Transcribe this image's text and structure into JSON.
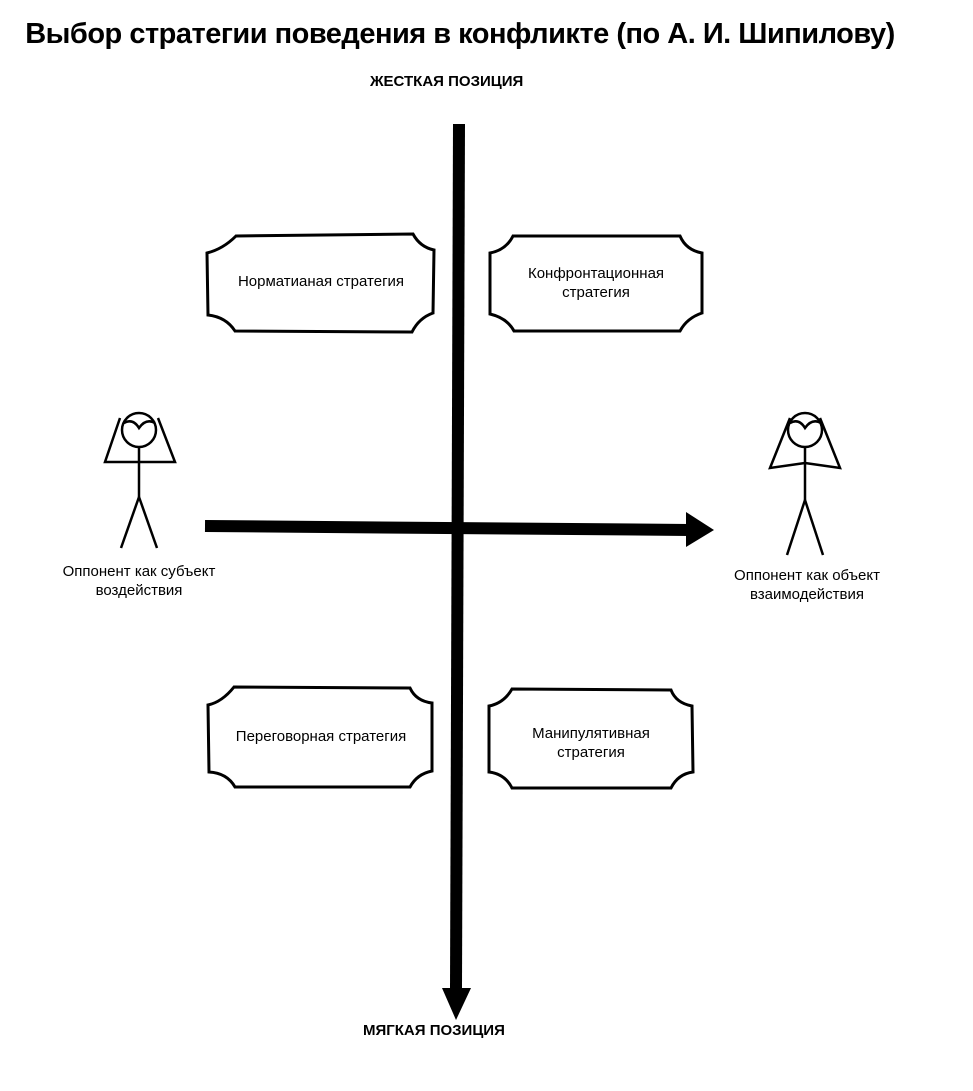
{
  "title": "Выбор стратегии поведения в конфликте (по А. И. Шипилову)",
  "axis": {
    "top": "ЖЕСТКАЯ ПОЗИЦИЯ",
    "bottom": "МЯГКАЯ ПОЗИЦИЯ"
  },
  "boxes": {
    "top_left": "Норматианая стратегия",
    "top_right": "Конфронтационная стратегия",
    "bottom_left": "Переговорная стратегия",
    "bottom_right": "Манипулятивная стратегия"
  },
  "opponents": {
    "left": "Оппонент как субъект воздействия",
    "right": "Оппонент как объект взаимодействия"
  }
}
